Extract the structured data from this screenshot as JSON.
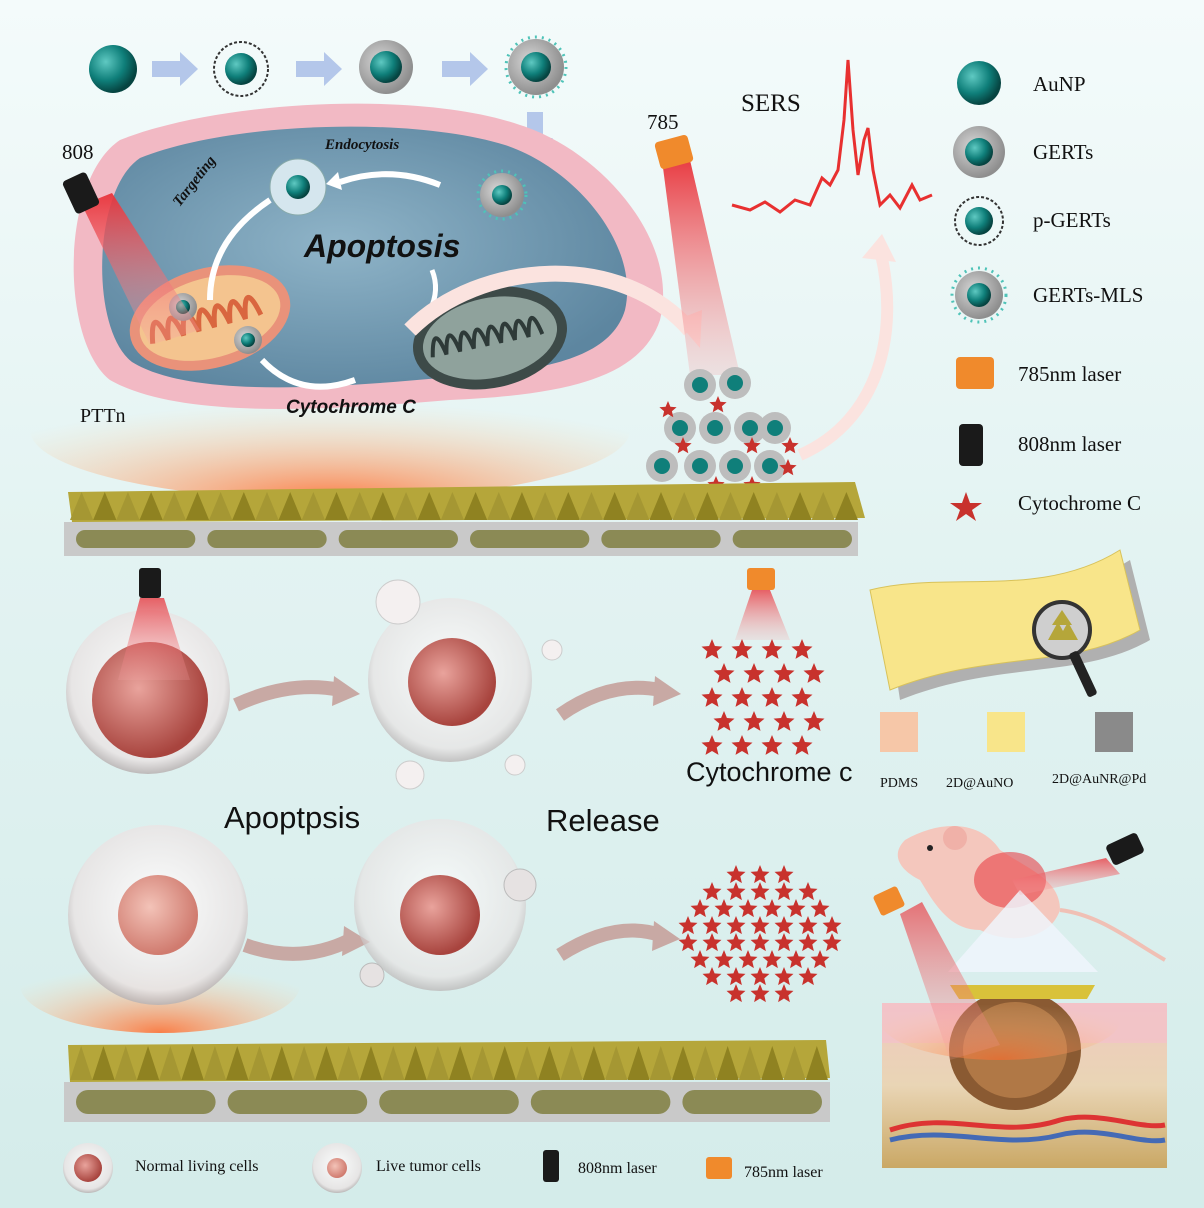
{
  "colors": {
    "aunp": "#0f7f7a",
    "laser785": "#f08a2c",
    "laser808": "#1a1a1a",
    "star": "#c8322d",
    "sers": "#e83030",
    "substrate": "#b5a63a",
    "pdms": "#f6c7a8",
    "auno": "#f8e58a",
    "aunrpd": "#8a8a8a"
  },
  "top": {
    "label_808": "808",
    "label_785": "785",
    "endocytosis": "Endocytosis",
    "targeting": "Targeting",
    "apoptosis": "Apoptosis",
    "cytochrome": "Cytochrome C",
    "ptt": "PTTn",
    "sers": "SERS"
  },
  "legend": [
    {
      "icon": "aunp-icon",
      "label": "AuNP"
    },
    {
      "icon": "gerts-icon",
      "label": "GERTs"
    },
    {
      "icon": "p-gerts-icon",
      "label": "p-GERTs"
    },
    {
      "icon": "gerts-mls-icon",
      "label": "GERTs-MLS"
    },
    {
      "icon": "laser-785-icon",
      "label": "785nm laser"
    },
    {
      "icon": "laser-808-icon",
      "label": "808nm laser"
    },
    {
      "icon": "star-icon",
      "label": "Cytochrome C"
    }
  ],
  "middle": {
    "cytochrome": "Cytochrome c",
    "apoptosis": "Apoptpsis",
    "release": "Release"
  },
  "materials": [
    {
      "label": "PDMS",
      "color": "#f6c7a8"
    },
    {
      "label": "2D@AuNO",
      "color": "#f8e58a"
    },
    {
      "label": "2D@AuNR@Pd",
      "color": "#8a8a8a"
    }
  ],
  "bottom_legend": [
    {
      "label": "Normal living cells"
    },
    {
      "label": "Live tumor cells"
    },
    {
      "label": "808nm laser"
    },
    {
      "label": "785nm laser"
    }
  ]
}
